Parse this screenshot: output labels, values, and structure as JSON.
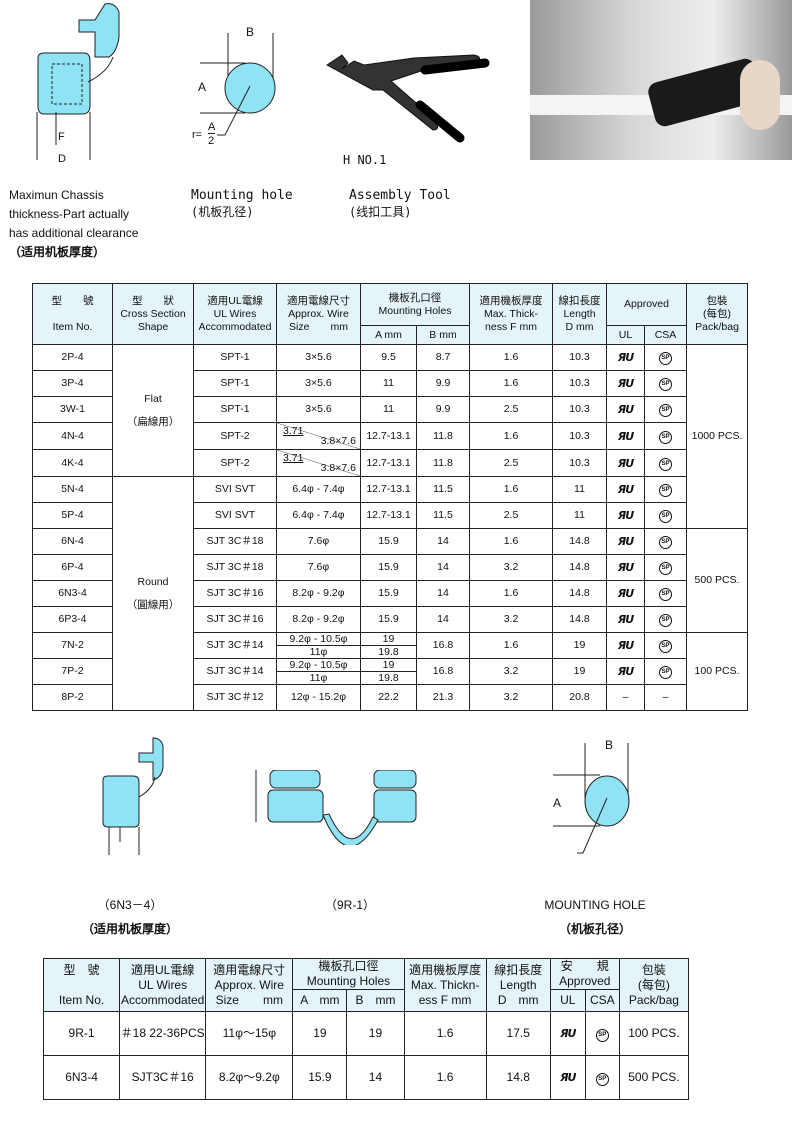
{
  "top": {
    "chassis_caption": [
      "Maximun Chassis",
      "thickness-Part actually",
      "has additional clearance",
      "（适用机板厚度）"
    ],
    "mounting_caption": [
      "Mounting hole",
      "(机板孔径)"
    ],
    "tool_caption": [
      "Assembly Tool",
      "(线扣工具)"
    ],
    "tool_label": "H  NO.1",
    "dims": {
      "F": "F",
      "D": "D",
      "A": "A",
      "B": "B",
      "r": "r=",
      "r_num": "A",
      "r_den": "2"
    }
  },
  "table1": {
    "headers": {
      "item_cn": "型　　號",
      "item_en": "Item No.",
      "shape_cn": "型　　狀",
      "shape_en1": "Cross Section",
      "shape_en2": "Shape",
      "ul_cn": "適用UL電線",
      "ul_en1": "UL Wires",
      "ul_en2": "Accommodated",
      "size_cn": "適用電線尺寸",
      "size_en1": "Approx. Wire",
      "size_en2": "Size　　mm",
      "holes_cn": "機板孔口徑",
      "holes_en": "Mounting Holes",
      "a": "A mm",
      "b": "B mm",
      "thick_cn": "適用機板厚度",
      "thick_en1": "Max. Thick-",
      "thick_en2": "ness F mm",
      "len_cn": "線扣長度",
      "len_en1": "Length",
      "len_en2": "D mm",
      "approved": "Approved",
      "ul": "UL",
      "csa": "CSA",
      "pack_cn1": "包裝",
      "pack_cn2": "(每包)",
      "pack_en": "Pack/bag"
    },
    "groups": {
      "flat": [
        "Flat",
        "（扁線用）"
      ],
      "round": [
        "Round",
        "（圓線用）"
      ],
      "pack": [
        "1000 PCS.",
        "500 PCS.",
        "100 PCS."
      ]
    },
    "rows": [
      {
        "item": "2P-4",
        "ul": "SPT-1",
        "size": "3×5.6",
        "a": "9.5",
        "b": "8.7",
        "f": "1.6",
        "d": "10.3",
        "approved": true
      },
      {
        "item": "3P-4",
        "ul": "SPT-1",
        "size": "3×5.6",
        "a": "11",
        "b": "9.9",
        "f": "1.6",
        "d": "10.3",
        "approved": true
      },
      {
        "item": "3W-1",
        "ul": "SPT-1",
        "size": "3×5.6",
        "a": "11",
        "b": "9.9",
        "f": "2.5",
        "d": "10.3",
        "approved": true
      },
      {
        "item": "4N-4",
        "ul": "SPT-2",
        "size_diag": [
          "3.71",
          "3.8×7.6"
        ],
        "a": "12.7-13.1",
        "b": "11.8",
        "f": "1.6",
        "d": "10.3",
        "approved": true
      },
      {
        "item": "4K-4",
        "ul": "SPT-2",
        "size_diag": [
          "3.71",
          "3.8×7.6"
        ],
        "a": "12.7-13.1",
        "b": "11.8",
        "f": "2.5",
        "d": "10.3",
        "approved": true
      },
      {
        "item": "5N-4",
        "ul": "SVI SVT",
        "size": "6.4φ - 7.4φ",
        "a": "12.7-13.1",
        "b": "11.5",
        "f": "1.6",
        "d": "11",
        "approved": true
      },
      {
        "item": "5P-4",
        "ul": "SVI SVT",
        "size": "6.4φ - 7.4φ",
        "a": "12.7-13.1",
        "b": "11.5",
        "f": "2.5",
        "d": "11",
        "approved": true
      },
      {
        "item": "6N-4",
        "ul": "SJT 3C＃18",
        "size": "7.6φ",
        "a": "15.9",
        "b": "14",
        "f": "1.6",
        "d": "14.8",
        "approved": true
      },
      {
        "item": "6P-4",
        "ul": "SJT 3C＃18",
        "size": "7.6φ",
        "a": "15.9",
        "b": "14",
        "f": "3.2",
        "d": "14.8",
        "approved": true
      },
      {
        "item": "6N3-4",
        "ul": "SJT 3C＃16",
        "size": "8.2φ - 9.2φ",
        "a": "15.9",
        "b": "14",
        "f": "1.6",
        "d": "14.8",
        "approved": true
      },
      {
        "item": "6P3-4",
        "ul": "SJT 3C＃16",
        "size": "8.2φ - 9.2φ",
        "a": "15.9",
        "b": "14",
        "f": "3.2",
        "d": "14.8",
        "approved": true
      },
      {
        "item": "7N-2",
        "ul": "SJT 3C＃14",
        "size_stack": [
          "9.2φ - 10.5φ",
          "11φ"
        ],
        "a_stack": [
          "19",
          "19.8"
        ],
        "b": "16.8",
        "f": "1.6",
        "d": "19",
        "approved": true
      },
      {
        "item": "7P-2",
        "ul": "SJT 3C＃14",
        "size_stack": [
          "9.2φ - 10.5φ",
          "11φ"
        ],
        "a_stack": [
          "19",
          "19.8"
        ],
        "b": "16.8",
        "f": "3.2",
        "d": "19",
        "approved": true
      },
      {
        "item": "8P-2",
        "ul": "SJT 3C＃12",
        "size": "12φ - 15.2φ",
        "a": "22.2",
        "b": "21.3",
        "f": "3.2",
        "d": "20.8",
        "approved": false,
        "ul_mark": "–",
        "csa_mark": "–"
      }
    ]
  },
  "middle": {
    "cap_6n3": "（6N3－4）",
    "cap_6n3_cn": "（适用机板厚度）",
    "cap_9r": "（9R-1）",
    "cap_hole": "MOUNTING HOLE",
    "cap_hole_cn": "（机板孔径）"
  },
  "table2": {
    "headers": {
      "item_cn": "型　號",
      "item_en": "Item No.",
      "ul_cn": "適用UL電線",
      "ul_en1": "UL Wires",
      "ul_en2": "Accommodated",
      "size_cn": "適用電線尺寸",
      "size_en1": "Approx. Wire",
      "size_en2": "Size　　mm",
      "holes_cn": "機板孔口徑",
      "holes_en": "Mounting Holes",
      "a": "A　mm",
      "b": "B　mm",
      "thick_cn": "適用機板厚度",
      "thick_en1": "Max. Thickn-",
      "thick_en2": "ess F mm",
      "len_cn": "線扣長度",
      "len_en1": "Length",
      "len_en2": "D　mm",
      "appr_cn": "安　　規",
      "approved": "Approved",
      "ul": "UL",
      "csa": "CSA",
      "pack_cn1": "包裝",
      "pack_cn2": "(每包)",
      "pack_en": "Pack/bag"
    },
    "rows": [
      {
        "item": "9R-1",
        "ul": "＃18 22-36PCS",
        "size": "11φ～15φ",
        "a": "19",
        "b": "19",
        "f": "1.6",
        "d": "17.5",
        "pack": "100 PCS."
      },
      {
        "item": "6N3-4",
        "ul": "SJT3C＃16",
        "size": "8.2φ～9.2φ",
        "a": "15.9",
        "b": "14",
        "f": "1.6",
        "d": "14.8",
        "pack": "500 PCS."
      }
    ]
  },
  "colors": {
    "part": "#8fe3f5",
    "header_bg": "#e4f4f8"
  }
}
